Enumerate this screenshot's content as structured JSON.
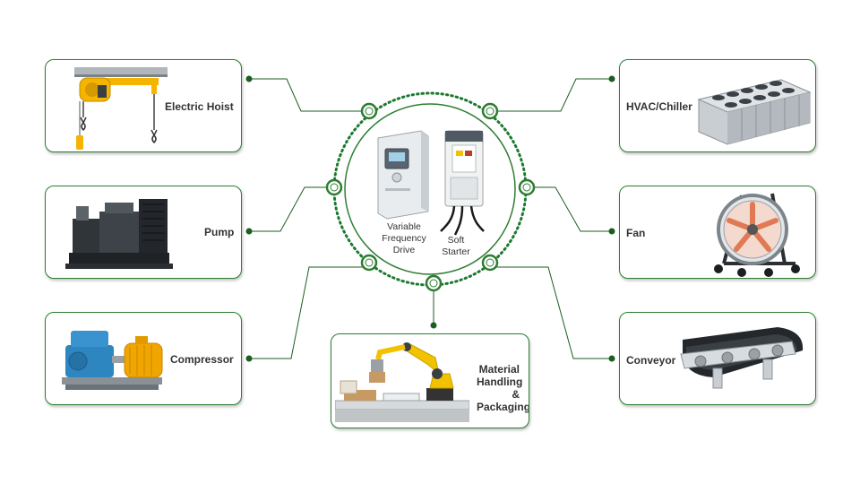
{
  "center": {
    "vfd_label": [
      "Variable",
      "Frequency",
      "Drive"
    ],
    "soft_starter_label": [
      "Soft",
      "Starter"
    ]
  },
  "applications": {
    "electric_hoist": "Electric Hoist",
    "pump": "Pump",
    "compressor": "Compressor",
    "hvac_chiller": "HVAC/Chiller",
    "fan": "Fan",
    "conveyor": "Conveyor",
    "material_handling": [
      "Material",
      "Handling &",
      "Packaging"
    ]
  },
  "colors": {
    "accent_green": "#2e7d32",
    "line_green": "#1b5e20",
    "hoist_yellow": "#f5b400",
    "robot_yellow": "#f2c200",
    "motor_blue": "#2e86c1"
  }
}
